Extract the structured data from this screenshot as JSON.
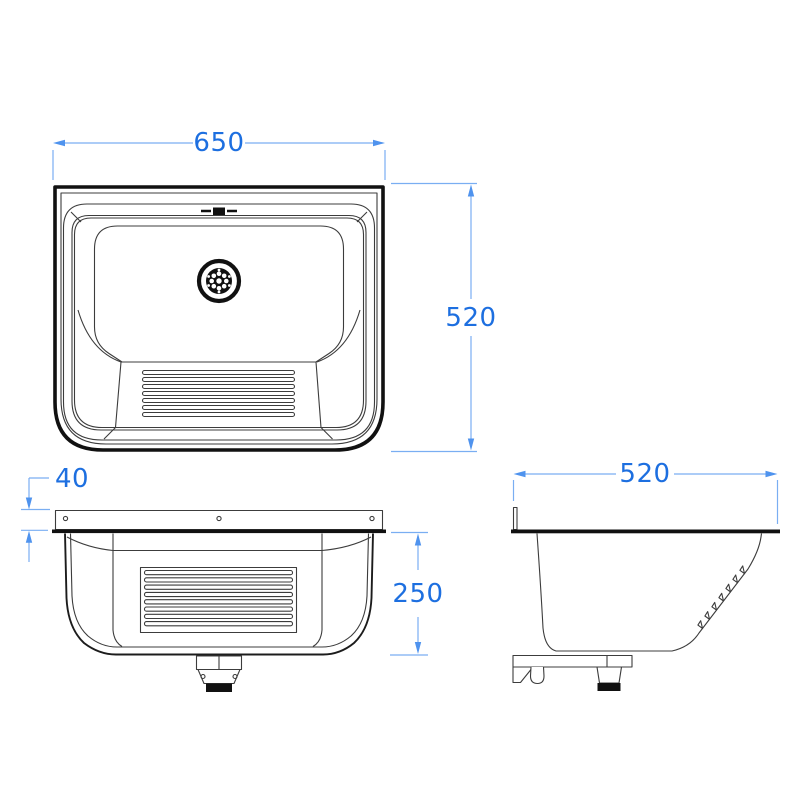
{
  "colors": {
    "background": "#ffffff",
    "outline": "#111111",
    "thin": "#3c3c3c",
    "dim_line": "#7aaef2",
    "dim_arrow": "#4f93ee",
    "dim_text": "#1d6fe0"
  },
  "views": {
    "top": {
      "name": "top-view-plan",
      "width_label": "650",
      "depth_label": "520"
    },
    "front": {
      "name": "front-view",
      "flange_height_label": "40",
      "bowl_depth_label": "250"
    },
    "side": {
      "name": "side-view",
      "depth_label": "520"
    }
  }
}
